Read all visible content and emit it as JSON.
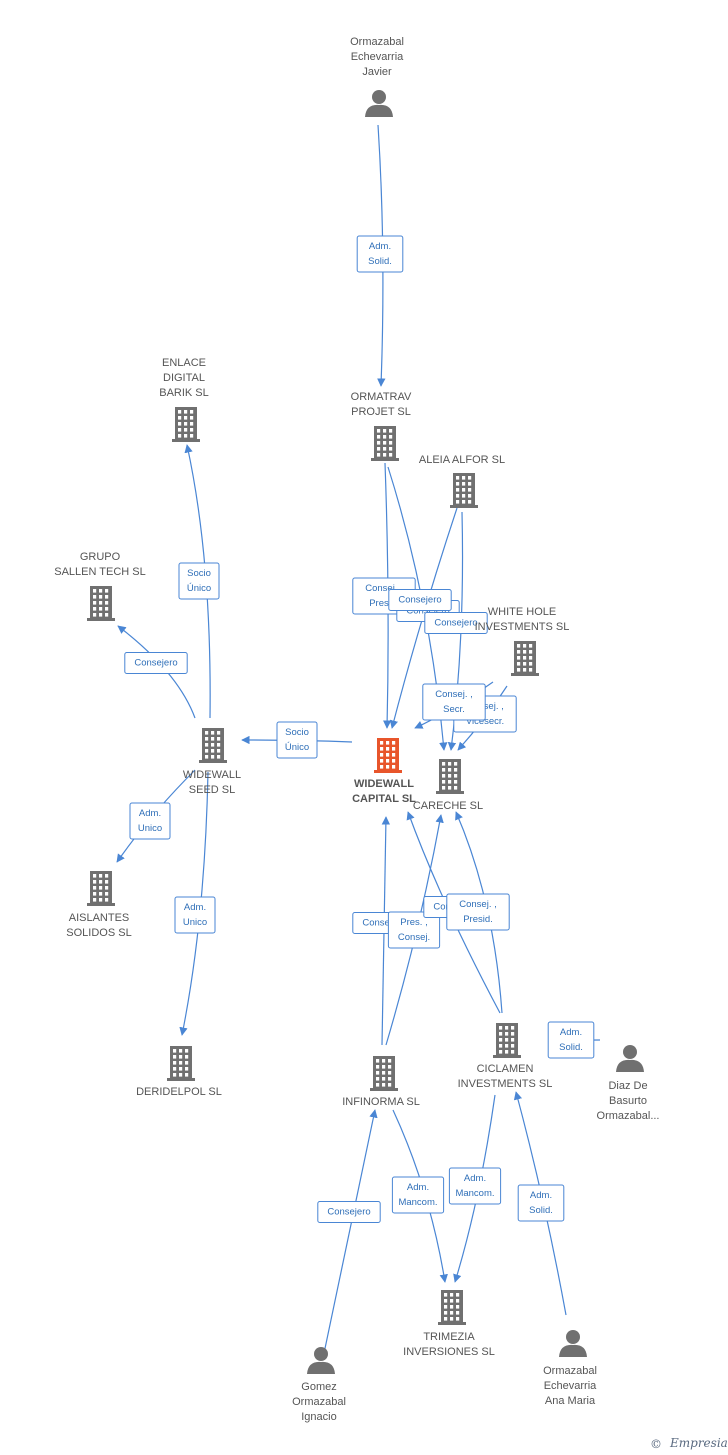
{
  "colors": {
    "edge": "#4a86d4",
    "edge_label_text": "#2f6fb8",
    "node_icon": "#707070",
    "main_node_icon": "#e8552b",
    "text": "#555555"
  },
  "nodes": [
    {
      "id": "ormazabal_javier",
      "kind": "person",
      "lines": [
        "Ormazabal",
        "Echevarria",
        "Javier"
      ]
    },
    {
      "id": "ormatrav",
      "kind": "company",
      "lines": [
        "ORMATRAV",
        "PROJET SL"
      ]
    },
    {
      "id": "enlace",
      "kind": "company",
      "lines": [
        "ENLACE",
        "DIGITAL",
        "BARIK SL"
      ]
    },
    {
      "id": "aleia",
      "kind": "company",
      "lines": [
        "ALEIA ALFOR SL"
      ]
    },
    {
      "id": "grupo_sallen",
      "kind": "company",
      "lines": [
        "GRUPO",
        "SALLEN TECH SL"
      ]
    },
    {
      "id": "white_hole",
      "kind": "company",
      "lines": [
        "WHITE HOLE",
        "INVESTMENTS SL"
      ]
    },
    {
      "id": "widewall_seed",
      "kind": "company",
      "lines": [
        "WIDEWALL",
        "SEED SL"
      ]
    },
    {
      "id": "widewall_capital",
      "kind": "main",
      "lines": [
        "WIDEWALL",
        "CAPITAL SL"
      ]
    },
    {
      "id": "careche",
      "kind": "company",
      "lines": [
        "CARECHE SL"
      ]
    },
    {
      "id": "aislantes",
      "kind": "company",
      "lines": [
        "AISLANTES",
        "SOLIDOS SL"
      ]
    },
    {
      "id": "deridelpol",
      "kind": "company",
      "lines": [
        "DERIDELPOL SL"
      ]
    },
    {
      "id": "infinorma",
      "kind": "company",
      "lines": [
        "INFINORMA SL"
      ]
    },
    {
      "id": "ciclamen",
      "kind": "company",
      "lines": [
        "CICLAMEN",
        "INVESTMENTS SL"
      ]
    },
    {
      "id": "diaz",
      "kind": "person",
      "lines": [
        "Diaz De",
        "Basurto",
        "Ormazabal..."
      ]
    },
    {
      "id": "trimezia",
      "kind": "company",
      "lines": [
        "TRIMEZIA",
        "INVERSIONES SL"
      ]
    },
    {
      "id": "gomez",
      "kind": "person",
      "lines": [
        "Gomez",
        "Ormazabal",
        "Ignacio"
      ]
    },
    {
      "id": "ormazabal_ana",
      "kind": "person",
      "lines": [
        "Ormazabal",
        "Echevarria",
        "Ana Maria"
      ]
    }
  ],
  "edges": [
    {
      "from": "ormazabal_javier",
      "to": "ormatrav",
      "label": [
        "Adm.",
        "Solid."
      ]
    },
    {
      "from": "widewall_seed",
      "to": "enlace",
      "label": [
        "Socio",
        "Único"
      ]
    },
    {
      "from": "widewall_seed",
      "to": "grupo_sallen",
      "label": [
        "Consejero"
      ]
    },
    {
      "from": "widewall_capital",
      "to": "widewall_seed",
      "label": [
        "Socio",
        "Único"
      ]
    },
    {
      "from": "widewall_seed",
      "to": "aislantes",
      "label": [
        "Adm.",
        "Unico"
      ]
    },
    {
      "from": "widewall_seed",
      "to": "deridelpol",
      "label": [
        "Adm.",
        "Unico"
      ]
    },
    {
      "from": "ormatrav",
      "to": "widewall_capital",
      "label": [
        "Consej. ,",
        "Presid."
      ]
    },
    {
      "from": "ormatrav",
      "to": "careche",
      "label": [
        "Consejero"
      ]
    },
    {
      "from": "aleia",
      "to": "widewall_capital",
      "label": [
        "Consejero"
      ]
    },
    {
      "from": "aleia",
      "to": "careche",
      "label": [
        "Consejero"
      ]
    },
    {
      "from": "white_hole",
      "to": "careche",
      "label": [
        "Consej. ,",
        "Vicesecr."
      ]
    },
    {
      "from": "white_hole",
      "to": "widewall_capital",
      "label": [
        "Consej. ,",
        "Secr."
      ]
    },
    {
      "from": "infinorma",
      "to": "widewall_capital",
      "label": [
        "Consejero"
      ]
    },
    {
      "from": "infinorma",
      "to": "careche",
      "label": [
        "Pres. ,",
        "Consej."
      ]
    },
    {
      "from": "ciclamen",
      "to": "widewall_capital",
      "label": [
        "Consejero"
      ]
    },
    {
      "from": "ciclamen",
      "to": "careche",
      "label": [
        "Consej. ,",
        "Presid."
      ]
    },
    {
      "from": "diaz",
      "to": "ciclamen",
      "label": [
        "Adm.",
        "Solid."
      ]
    },
    {
      "from": "gomez",
      "to": "infinorma",
      "label": [
        "Consejero"
      ]
    },
    {
      "from": "infinorma",
      "to": "trimezia",
      "label": [
        "Adm.",
        "Mancom."
      ]
    },
    {
      "from": "ciclamen",
      "to": "trimezia",
      "label": [
        "Adm.",
        "Mancom."
      ]
    },
    {
      "from": "ormazabal_ana",
      "to": "ciclamen",
      "label": [
        "Adm.",
        "Solid."
      ]
    }
  ],
  "footer": {
    "copyright": "©",
    "brand": "Empresia"
  }
}
